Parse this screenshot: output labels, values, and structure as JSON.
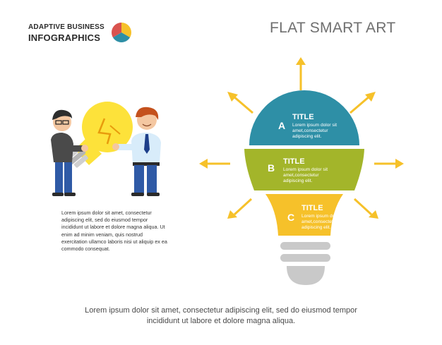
{
  "brand": {
    "line1": "ADAPTIVE BUSINESS",
    "line2": "INFOGRAPHICS",
    "logo_icon": "pie-logo-icon",
    "logo_colors": [
      "#f6c12a",
      "#2e8fa6",
      "#d9534f"
    ]
  },
  "header": {
    "title": "FLAT SMART ART"
  },
  "illustration": {
    "icon": "two-men-carrying-lightbulb-illustration",
    "bulb_color": "#fde23a"
  },
  "side_text": "Lorem ipsum dolor sit amet, consectetur adipiscing elit, sed do eiusmod tempor incididunt ut labore et dolore magna aliqua. Ut enim ad minim veniam, quis nostrud exercitation ullamco laboris nisi ut aliquip ex ea commodo consequat.",
  "diagram": {
    "sections": [
      {
        "letter": "A",
        "title": "TITLE",
        "text": [
          "Lorem ipsum dolor sit",
          "amet,consectetur",
          "adipiscing elit."
        ],
        "color": "#2e8fa6"
      },
      {
        "letter": "B",
        "title": "TITLE",
        "text": [
          "Lorem ipsum dolor sit",
          "amet,consectetur",
          "adipiscing elit."
        ],
        "color": "#a3b52a"
      },
      {
        "letter": "C",
        "title": "TITLE",
        "text": [
          "Lorem ipsum dolor sit",
          "amet,consectetur",
          "adipiscing elit."
        ],
        "color": "#f6c12a"
      }
    ],
    "base_color": "#c9c9c9",
    "arrow_color": "#f6c12a",
    "arrow_icon": "ray-arrow-icon"
  },
  "footer": {
    "line1": "Lorem ipsum dolor sit amet, consectetur adipiscing elit, sed do eiusmod tempor",
    "line2": "incididunt ut labore et dolore magna aliqua."
  }
}
